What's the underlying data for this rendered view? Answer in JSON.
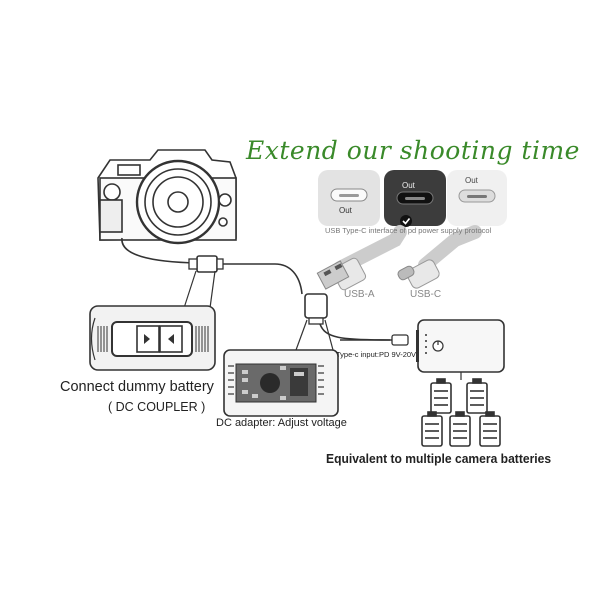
{
  "headline": "Extend our shooting time",
  "ports": {
    "out_labels": [
      "Out",
      "Out",
      "Out"
    ],
    "protocol_caption": "USB Type-C interface of pd power supply protocol"
  },
  "cables": {
    "usb_a": "USB-A",
    "usb_c": "USB-C"
  },
  "power_bank": {
    "input_label": "Type-c input:PD 9V-20V"
  },
  "dummy_battery": {
    "title": "Connect dummy battery",
    "subtitle": "( DC COUPLER )"
  },
  "dc_adapter": {
    "label": "DC adapter: Adjust voltage"
  },
  "batteries": {
    "caption": "Equivalent to multiple camera batteries"
  },
  "colors": {
    "headline": "#3a8a2a",
    "line": "#333333",
    "panel": "#f2f2f2",
    "dark_port": "#3c3c3c",
    "board": "#555555"
  }
}
